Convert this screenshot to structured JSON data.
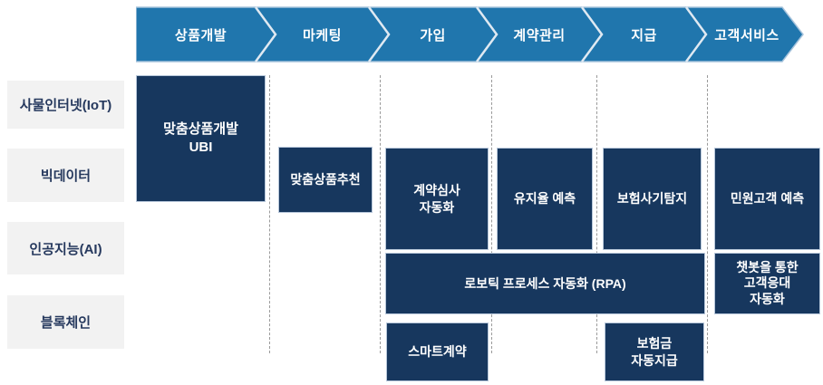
{
  "diagram": {
    "type": "process-technology-matrix",
    "colors": {
      "stage_arrow_blue": "#2076ad",
      "tech_box_navy": "#17375e",
      "row_label_bg": "#f2f2f2",
      "row_label_text": "#26395e",
      "box_text": "#ffffff",
      "dashed_line": "#9a9a9a"
    }
  },
  "pipeline": {
    "stages": [
      "상품개발",
      "마케팅",
      "가입",
      "계약관리",
      "지급",
      "고객서비스"
    ]
  },
  "technologies": [
    "사물인터넷(IoT)",
    "빅데이터",
    "인공지능(AI)",
    "블록체인"
  ],
  "applications": {
    "product_dev_ubi": "맞춤상품개발\nUBI",
    "product_recommendation": "맞춤상품추천",
    "underwriting_automation": "계약심사\n자동화",
    "retention_prediction": "유지율 예측",
    "fraud_detection": "보험사기탐지",
    "complaint_prediction": "민원고객 예측",
    "rpa": "로보틱 프로세스 자동화 (RPA)",
    "chatbot_service": "챗봇을 통한\n고객응대\n자동화",
    "smart_contract": "스마트계약",
    "auto_claim_payment": "보험금\n자동지급"
  }
}
